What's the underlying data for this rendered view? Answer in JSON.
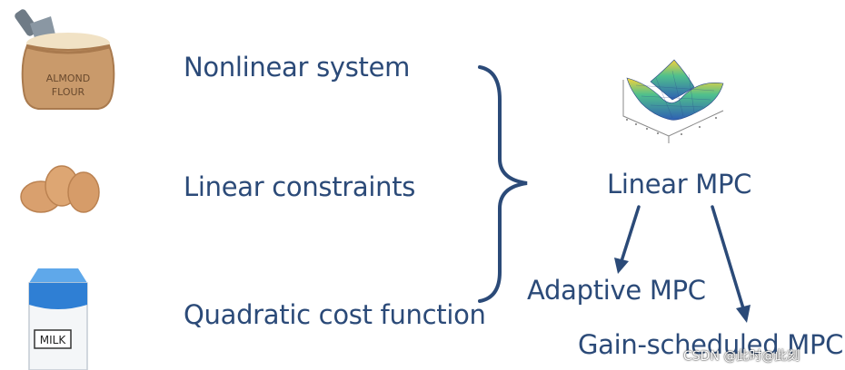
{
  "left_items": {
    "nonlinear_system": "Nonlinear system",
    "linear_constraints": "Linear constraints",
    "quadratic_cost": "Quadratic cost function"
  },
  "right_items": {
    "linear_mpc": "Linear MPC",
    "adaptive_mpc": "Adaptive MPC",
    "gain_scheduled_mpc": "Gain-scheduled MPC"
  },
  "icons": {
    "flour_sack": {
      "name": "almond-flour-sack-icon",
      "label_line1": "ALMOND",
      "label_line2": "FLOUR"
    },
    "eggs": {
      "name": "eggs-icon"
    },
    "milk": {
      "name": "milk-carton-icon",
      "label": "MILK"
    },
    "surface": {
      "name": "3d-surface-plot-icon"
    }
  },
  "watermark": "CSDN @此时@此刻",
  "colors": {
    "text": "#2b4a78",
    "brace": "#2b4a78",
    "arrow": "#2b4a78",
    "sack": "#c99a6b",
    "egg": "#d9a06e",
    "milk_blue": "#2f7fd4"
  }
}
